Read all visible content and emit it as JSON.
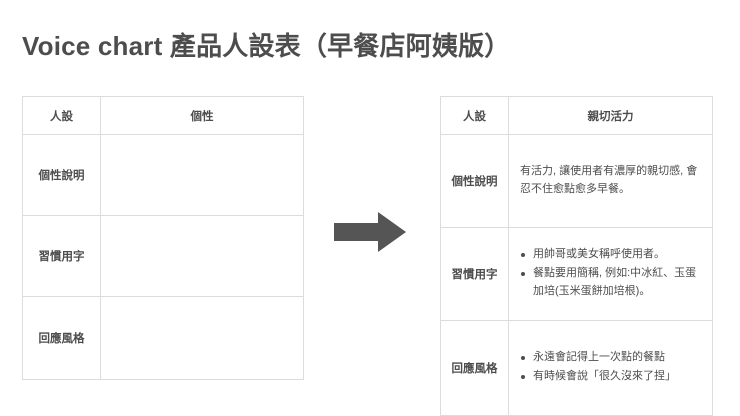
{
  "slide": {
    "title": "Voice chart 產品人設表（早餐店阿姨版）",
    "arrow_icon": "right-arrow-icon",
    "arrow_color": "#555555",
    "border_color": "#dcdcdc",
    "text_color": "#4d4d4d",
    "background_color": "#ffffff"
  },
  "table_left": {
    "headers": [
      "人設",
      "個性"
    ],
    "rows": [
      {
        "label": "個性說明",
        "type": "empty",
        "value": ""
      },
      {
        "label": "習慣用字",
        "type": "empty",
        "value": ""
      },
      {
        "label": "回應風格",
        "type": "empty",
        "value": ""
      }
    ]
  },
  "table_right": {
    "headers": [
      "人設",
      "親切活力"
    ],
    "rows": [
      {
        "label": "個性說明",
        "type": "paragraph",
        "value": "有活力, 讓使用者有濃厚的親切感, 會忍不住愈點愈多早餐。"
      },
      {
        "label": "習慣用字",
        "type": "bullets",
        "bullets": [
          "用帥哥或美女稱呼使用者。",
          "餐點要用簡稱, 例如:中冰紅、玉蛋加培(玉米蛋餅加培根)。"
        ]
      },
      {
        "label": "回應風格",
        "type": "bullets",
        "bullets": [
          "永遠會記得上一次點的餐點",
          "有時候會說「很久沒來了捏」"
        ]
      }
    ]
  }
}
